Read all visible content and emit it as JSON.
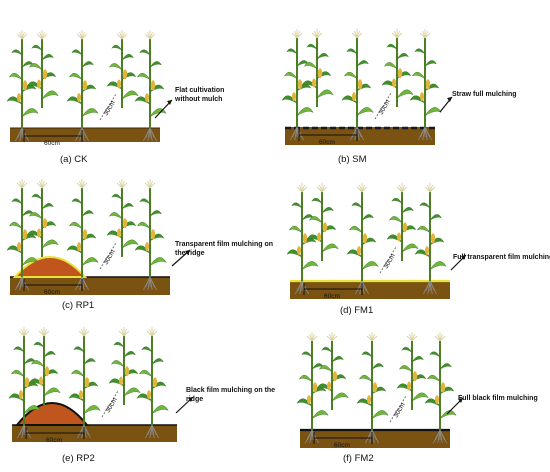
{
  "panels": [
    {
      "id": "ck",
      "caption": "(a)  CK",
      "note_lines": [
        "Flat cultivation",
        "without mulch"
      ],
      "spacing": "60cm",
      "row_gap": "30cm",
      "mulch": "none",
      "ground_color": "#7a5313"
    },
    {
      "id": "sm",
      "caption": "(b)  SM",
      "note_lines": [
        "Straw full mulching"
      ],
      "spacing": "60cm",
      "row_gap": "30cm",
      "mulch": "straw",
      "ground_color": "#7a5313",
      "film_color": "#1a1a1a"
    },
    {
      "id": "rp1",
      "caption": "(c)  RP1",
      "note_lines": [
        "Transparent film mulching on",
        "the ridge"
      ],
      "spacing": "60cm",
      "row_gap": "30cm",
      "mulch": "ridge-transparent",
      "ground_color": "#7a5313",
      "ridge_color": "#c0561d",
      "film_color": "#e8e33a"
    },
    {
      "id": "fm1",
      "caption": "(d)  FM1",
      "note_lines": [
        "Full transparent film mulching"
      ],
      "spacing": "60cm",
      "row_gap": "30cm",
      "mulch": "full-transparent",
      "ground_color": "#7a5313",
      "film_color": "#e8e33a"
    },
    {
      "id": "rp2",
      "caption": "(e)  RP2",
      "note_lines": [
        "Black film mulching on the",
        "ridge"
      ],
      "spacing": "60cm",
      "row_gap": "30cm",
      "mulch": "ridge-black",
      "ground_color": "#7a5313",
      "ridge_color": "#c0561d",
      "film_color": "#111111"
    },
    {
      "id": "fm2",
      "caption": "(f)  FM2",
      "note_lines": [
        "Full black film mulching"
      ],
      "spacing": "60cm",
      "row_gap": "30cm",
      "mulch": "full-black",
      "ground_color": "#7a5313",
      "film_color": "#111111"
    }
  ],
  "colors": {
    "leaf": "#3f8f2a",
    "leaf_light": "#6fb63a",
    "stalk": "#4c7f22",
    "tassel": "#d9d2a0",
    "ear": "#e2b43c",
    "root": "#8c8c8c"
  }
}
